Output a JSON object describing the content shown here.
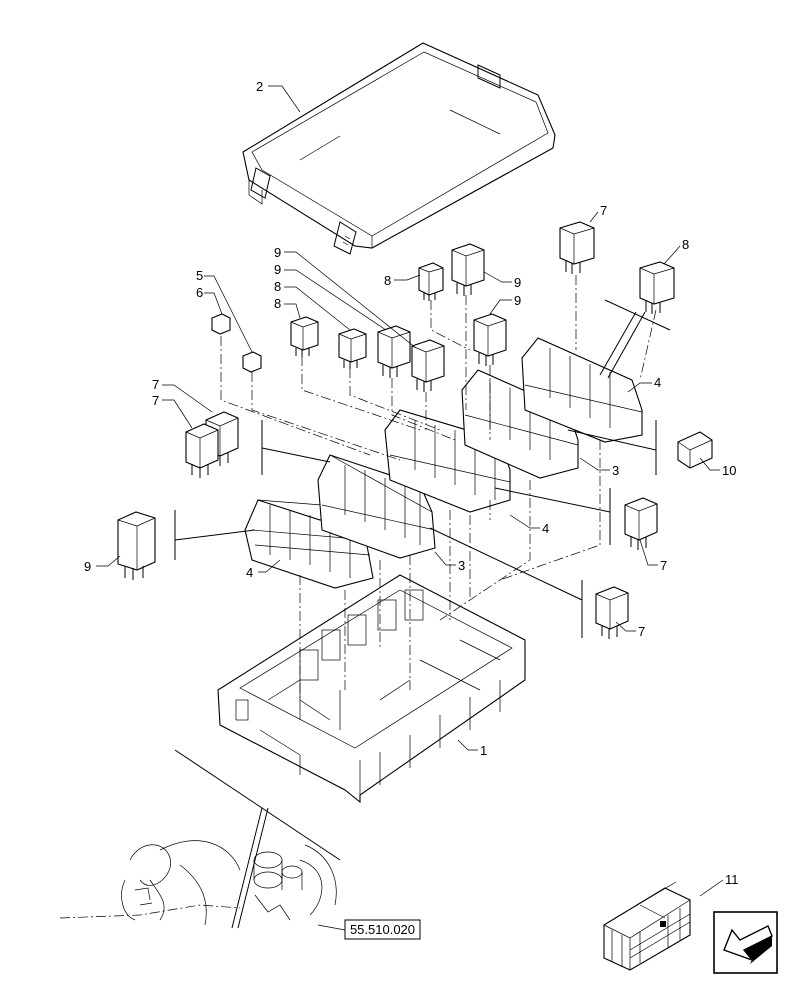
{
  "callouts": {
    "c2": "2",
    "c7a": "7",
    "c8a": "8",
    "c9a": "9",
    "c9b": "9",
    "c8b": "8",
    "c8c": "8",
    "c9c": "9",
    "c9d": "9",
    "c5": "5",
    "c6": "6",
    "c7b": "7",
    "c7c": "7",
    "c4a": "4",
    "c3a": "3",
    "c10": "10",
    "c4b": "4",
    "c7d": "7",
    "c9e": "9",
    "c4c": "4",
    "c3b": "3",
    "c7e": "7",
    "c1": "1",
    "c11": "11"
  },
  "reference": {
    "code": "55.510.020"
  },
  "icons": {
    "corner": "navigation-arrow-icon",
    "crate": "packing-crate-icon"
  }
}
